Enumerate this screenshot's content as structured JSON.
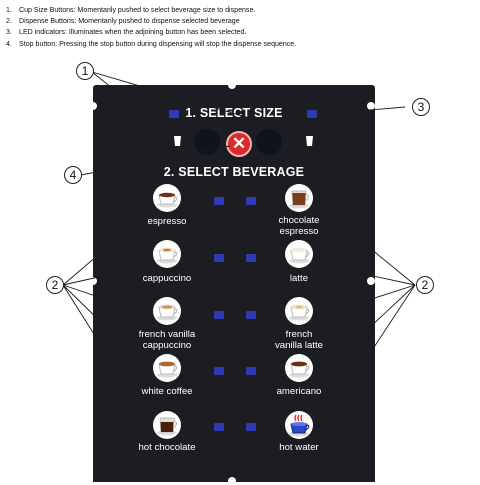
{
  "notes": [
    {
      "num": "1.",
      "text": "Cup Size Buttons: Momentarily pushed to select beverage size to dispense."
    },
    {
      "num": "2.",
      "text": "Dispense Buttons: Momentarily pushed to dispense selected beverage"
    },
    {
      "num": "3.",
      "text": "LED indicators: Illuminates when the adjoining button has been selected."
    },
    {
      "num": "4.",
      "text": "Stop button:  Pressing the stop button during dispensing will stop the dispense sequence."
    }
  ],
  "panel": {
    "select_size": "1. SELECT SIZE",
    "select_beverage": "2. SELECT BEVERAGE",
    "stop_glyph": "✕"
  },
  "beverages": {
    "left": [
      {
        "line1": "espresso",
        "line2": "",
        "icon": "espresso-cup-icon"
      },
      {
        "line1": "cappuccino",
        "line2": "",
        "icon": "cappuccino-cup-icon"
      },
      {
        "line1": "french vanilla",
        "line2": "cappuccino",
        "icon": "french-vanilla-cappuccino-cup-icon"
      },
      {
        "line1": "white coffee",
        "line2": "",
        "icon": "white-coffee-cup-icon"
      },
      {
        "line1": "hot chocolate",
        "line2": "",
        "icon": "hot-chocolate-cup-icon"
      }
    ],
    "right": [
      {
        "line1": "chocolate",
        "line2": "espresso",
        "icon": "chocolate-espresso-cup-icon"
      },
      {
        "line1": "latte",
        "line2": "",
        "icon": "latte-cup-icon"
      },
      {
        "line1": "french",
        "line2": "vanilla latte",
        "icon": "french-vanilla-latte-cup-icon"
      },
      {
        "line1": "americano",
        "line2": "",
        "icon": "americano-cup-icon"
      },
      {
        "line1": "hot water",
        "line2": "",
        "icon": "hot-water-cup-icon"
      }
    ]
  },
  "callouts": {
    "one": "1",
    "two_left": "2",
    "two_right": "2",
    "three": "3",
    "four": "4"
  },
  "colors": {
    "panel": "#1c1d22",
    "led": "#2e3bb4",
    "stop": "#dd2a2a",
    "espresso": "#5a2e12",
    "milk": "#f3e6d3"
  }
}
